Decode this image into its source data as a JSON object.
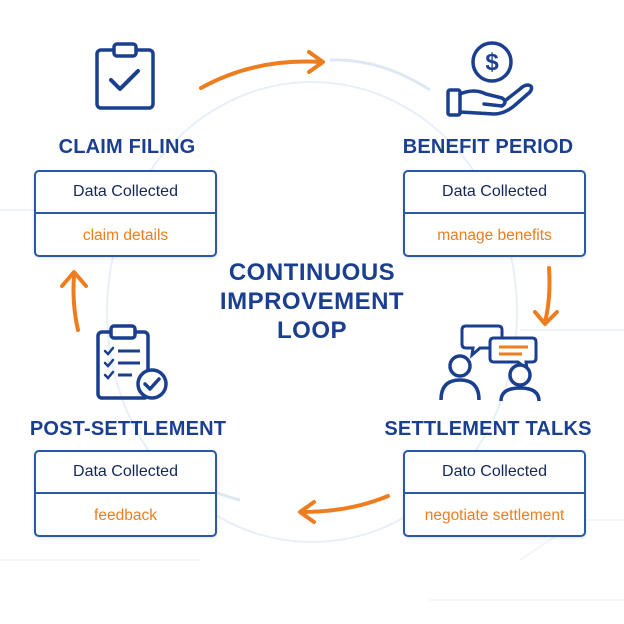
{
  "center_title": [
    "CONTINUOUS",
    "IMPROVEMENT",
    "LOOP"
  ],
  "stages": [
    {
      "title": "CLAIM FILING",
      "card_header": "Data Collected",
      "card_value": "claim details",
      "icon": "clipboard-check-icon"
    },
    {
      "title": "BENEFIT PERIOD",
      "card_header": "Data Collected",
      "card_value": "manage benefits",
      "icon": "hand-coin-icon"
    },
    {
      "title": "SETTLEMENT TALKS",
      "card_header": "Dato Collected",
      "card_value": "negotiate settlement",
      "icon": "people-talking-icon"
    },
    {
      "title": "POST-SETTLEMENT",
      "card_header": "Data Collected",
      "card_value": "feedback",
      "icon": "checklist-check-icon"
    }
  ],
  "colors": {
    "primary": "#1b3f8f",
    "accent": "#ee7d1f",
    "border": "#2b57a8"
  }
}
